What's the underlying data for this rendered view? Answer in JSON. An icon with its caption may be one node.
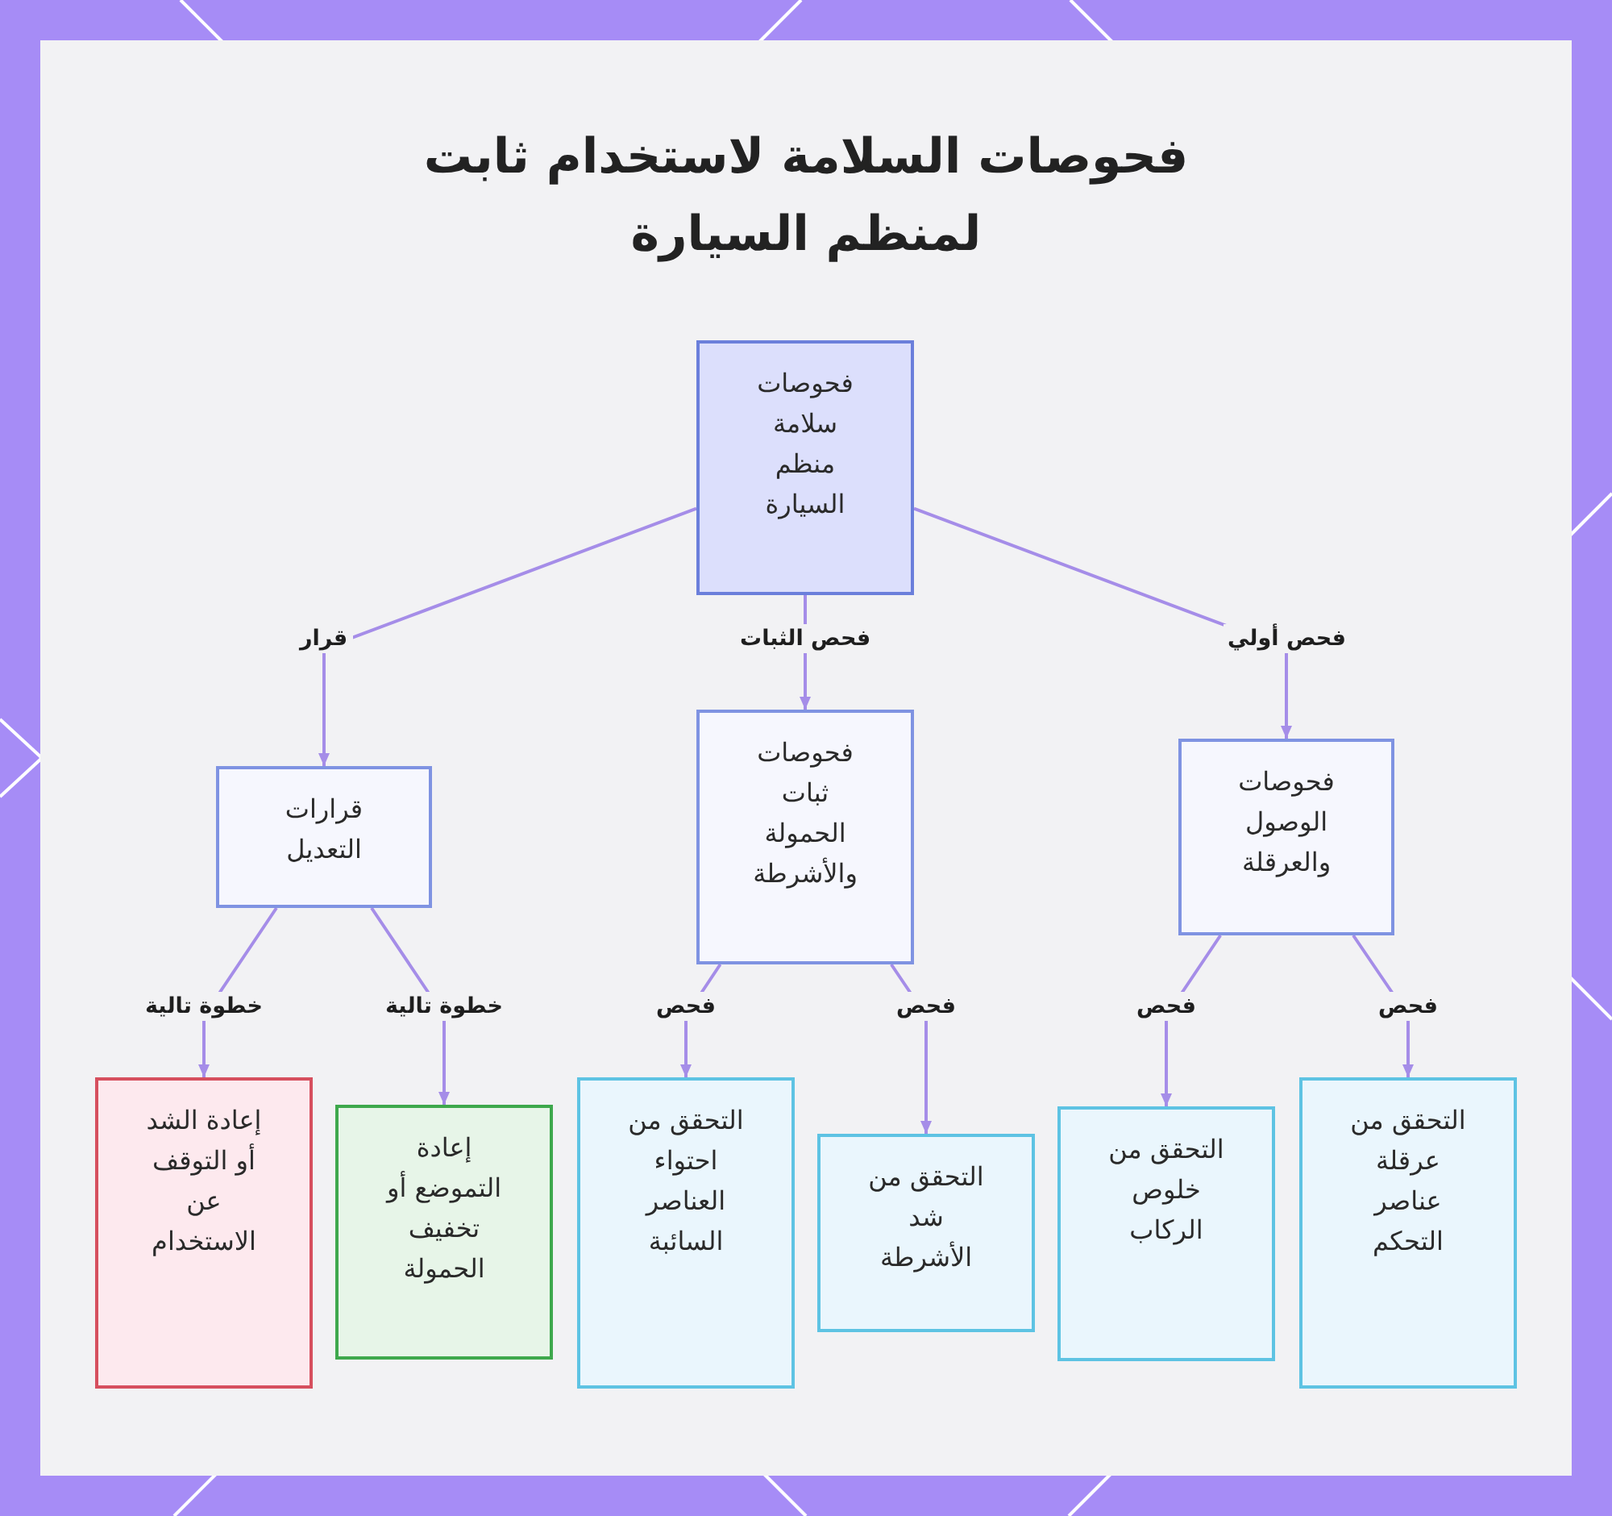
{
  "diagram": {
    "title": "فحوصات السلامة لاستخدام ثابت لمنظم السيارة",
    "nodes": [
      {
        "text": [
          "فحوصات سلامة منظم السيارة"
        ]
      },
      {
        "text": [
          "فحوصات الوصول والعرقلة"
        ]
      },
      {
        "text": [
          "فحوصات ثبات الحمولة والأشرطة"
        ]
      },
      {
        "text": [
          "قرارات التعديل"
        ]
      },
      {
        "text": [
          "التحقق من عرقلة عناصر التحكم"
        ]
      },
      {
        "text": [
          "التحقق من خلوص الركاب"
        ]
      },
      {
        "text": [
          "التحقق من شد الأشرطة"
        ]
      },
      {
        "text": [
          "التحقق من احتواء العناصر السائبة"
        ]
      },
      {
        "text": [
          "إعادة التموضع أو تخفيف الحمولة"
        ]
      },
      {
        "text": [
          "إعادة الشد أو التوقف عن الاستخدام"
        ]
      }
    ],
    "edges": [
      {
        "from": 0,
        "to": 1,
        "arrow": "to",
        "label": "فحص أولي"
      },
      {
        "from": 0,
        "to": 2,
        "arrow": "to",
        "label": "فحص الثبات"
      },
      {
        "from": 0,
        "to": 3,
        "arrow": "to",
        "label": "قرار"
      },
      {
        "from": 1,
        "to": 4,
        "arrow": "to",
        "label": "فحص"
      },
      {
        "from": 1,
        "to": 5,
        "arrow": "to",
        "label": "فحص"
      },
      {
        "from": 2,
        "to": 6,
        "arrow": "to",
        "label": "فحص"
      },
      {
        "from": 2,
        "to": 7,
        "arrow": "to",
        "label": "فحص"
      },
      {
        "from": 3,
        "to": 8,
        "arrow": "to",
        "label": "خطوة تالية"
      },
      {
        "from": 3,
        "to": 9,
        "arrow": "to",
        "label": "خطوة تالية"
      }
    ]
  }
}
